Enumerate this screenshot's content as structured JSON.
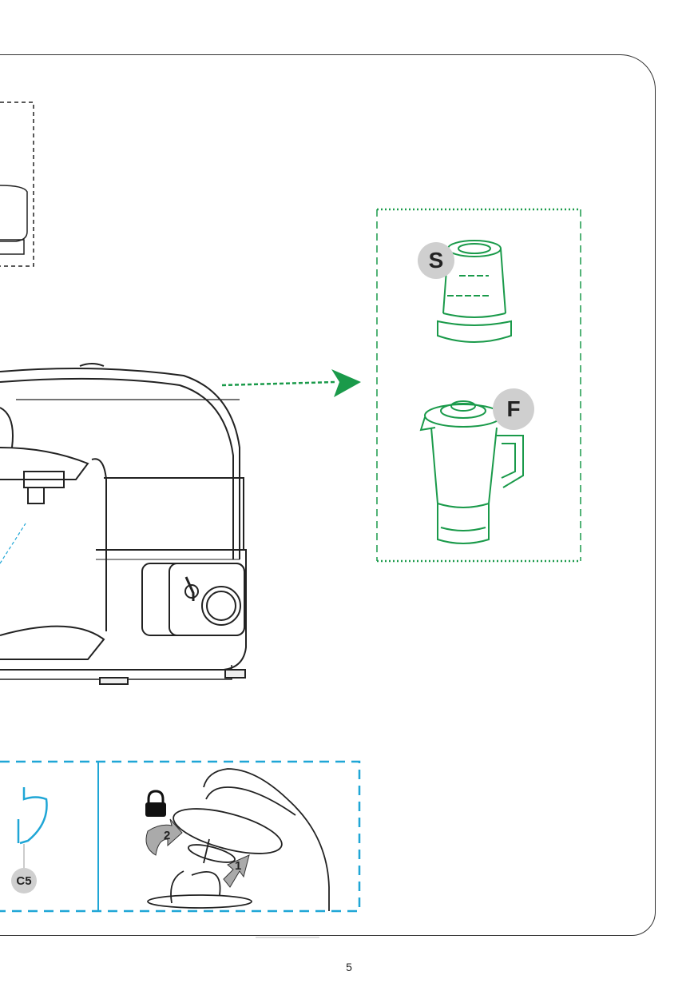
{
  "labels": {
    "small_jar": "S",
    "blender_jar": "F",
    "accessory": "C5",
    "step_2": "2",
    "step_1": "1"
  },
  "page_number": "5",
  "colors": {
    "green": "#1a9a4a",
    "blue": "#1fa6d6",
    "line": "#222222",
    "badge": "#cfcfcf"
  }
}
